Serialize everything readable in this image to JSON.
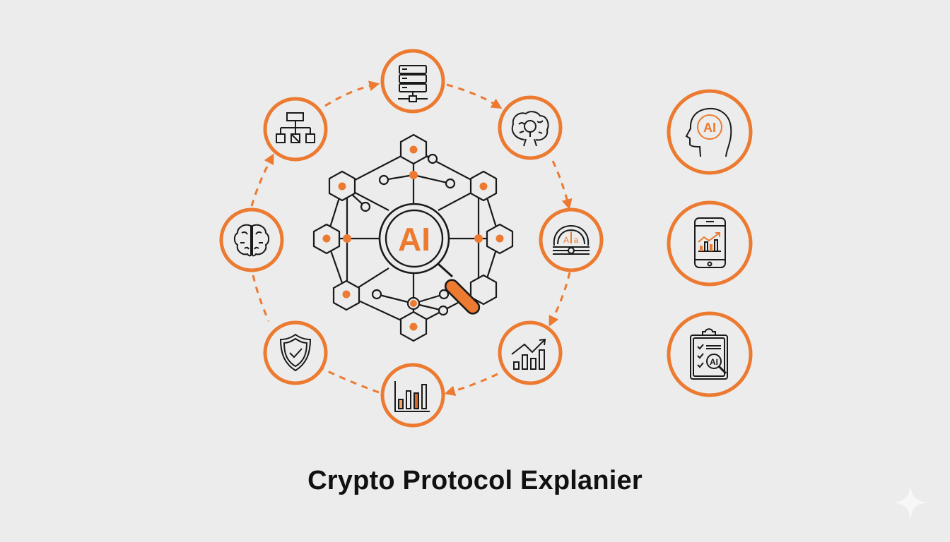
{
  "title": "Crypto Protocol Explanier",
  "colors": {
    "accent": "#ec7a30",
    "stroke": "#1a1a1a",
    "background": "#ececec"
  },
  "center": {
    "label": "AI",
    "icon": "ai-magnifier-network-icon"
  },
  "cycle": [
    {
      "id": "org-chart",
      "icon": "hierarchy-icon"
    },
    {
      "id": "server",
      "icon": "server-rack-icon"
    },
    {
      "id": "brain-circuit",
      "icon": "brain-circuit-icon"
    },
    {
      "id": "ai-gauge",
      "icon": "ai-gauge-icon",
      "label": "A|a"
    },
    {
      "id": "growth-chart",
      "icon": "growth-chart-icon"
    },
    {
      "id": "bar-chart",
      "icon": "bar-chart-icon"
    },
    {
      "id": "shield",
      "icon": "shield-check-icon"
    },
    {
      "id": "brain",
      "icon": "brain-icon"
    }
  ],
  "side": [
    {
      "id": "ai-head",
      "icon": "ai-head-icon",
      "label": "AI"
    },
    {
      "id": "mobile-analytics",
      "icon": "mobile-chart-icon"
    },
    {
      "id": "ai-checklist",
      "icon": "clipboard-ai-icon",
      "label": "AI"
    }
  ]
}
